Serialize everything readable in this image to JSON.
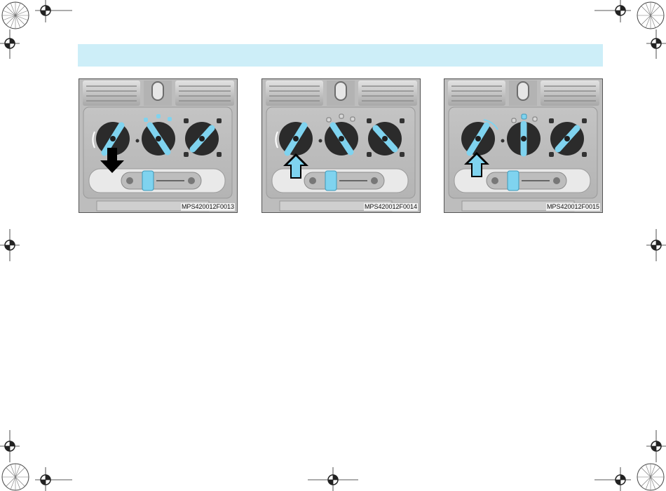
{
  "header": {
    "band_color": "#cdeef8"
  },
  "figures": [
    {
      "code": "MPS420012F0013",
      "arrow": "down",
      "icons": [
        "vent-left-icon",
        "temperature-knob-icon",
        "fan-knob-icon",
        "airflow-knob-icon"
      ]
    },
    {
      "code": "MPS420012F0014",
      "arrow": "up",
      "icons": [
        "vent-left-icon",
        "temperature-knob-icon",
        "fan-knob-icon",
        "airflow-knob-icon"
      ]
    },
    {
      "code": "MPS420012F0015",
      "arrow": "up",
      "icons": [
        "vent-left-icon",
        "temperature-knob-icon",
        "fan-knob-icon",
        "airflow-knob-icon"
      ]
    }
  ],
  "colors": {
    "highlight": "#7fd3ef",
    "panel": "#bdbdbd",
    "knob": "#2b2b2b"
  }
}
